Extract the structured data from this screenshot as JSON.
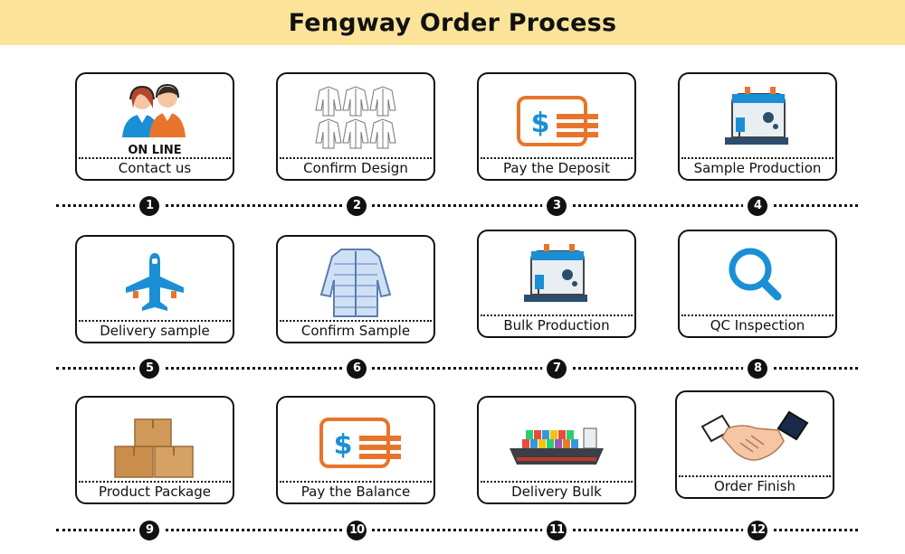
{
  "title": "Fengway Order Process",
  "steps": [
    {
      "number": "1",
      "label": "Contact us",
      "icon": "online-support-icon",
      "badge": "ON LINE"
    },
    {
      "number": "2",
      "label": "Confirm Design",
      "icon": "jacket-sketches-icon"
    },
    {
      "number": "3",
      "label": "Pay the Deposit",
      "icon": "payment-icon"
    },
    {
      "number": "4",
      "label": "Sample Production",
      "icon": "sewing-machine-icon"
    },
    {
      "number": "5",
      "label": "Delivery sample",
      "icon": "airplane-icon"
    },
    {
      "number": "6",
      "label": "Confirm Sample",
      "icon": "puffer-jacket-icon"
    },
    {
      "number": "7",
      "label": "Bulk Production",
      "icon": "sewing-machine-icon"
    },
    {
      "number": "8",
      "label": "QC Inspection",
      "icon": "magnifier-icon"
    },
    {
      "number": "9",
      "label": "Product Package",
      "icon": "cardboard-boxes-icon"
    },
    {
      "number": "10",
      "label": "Pay the Balance",
      "icon": "payment-icon"
    },
    {
      "number": "11",
      "label": "Delivery Bulk",
      "icon": "cargo-ship-icon"
    },
    {
      "number": "12",
      "label": "Order Finish",
      "icon": "handshake-icon"
    }
  ],
  "colors": {
    "banner": "#fbe39a",
    "accent_orange": "#e8742c",
    "accent_blue": "#1a8fd6"
  }
}
